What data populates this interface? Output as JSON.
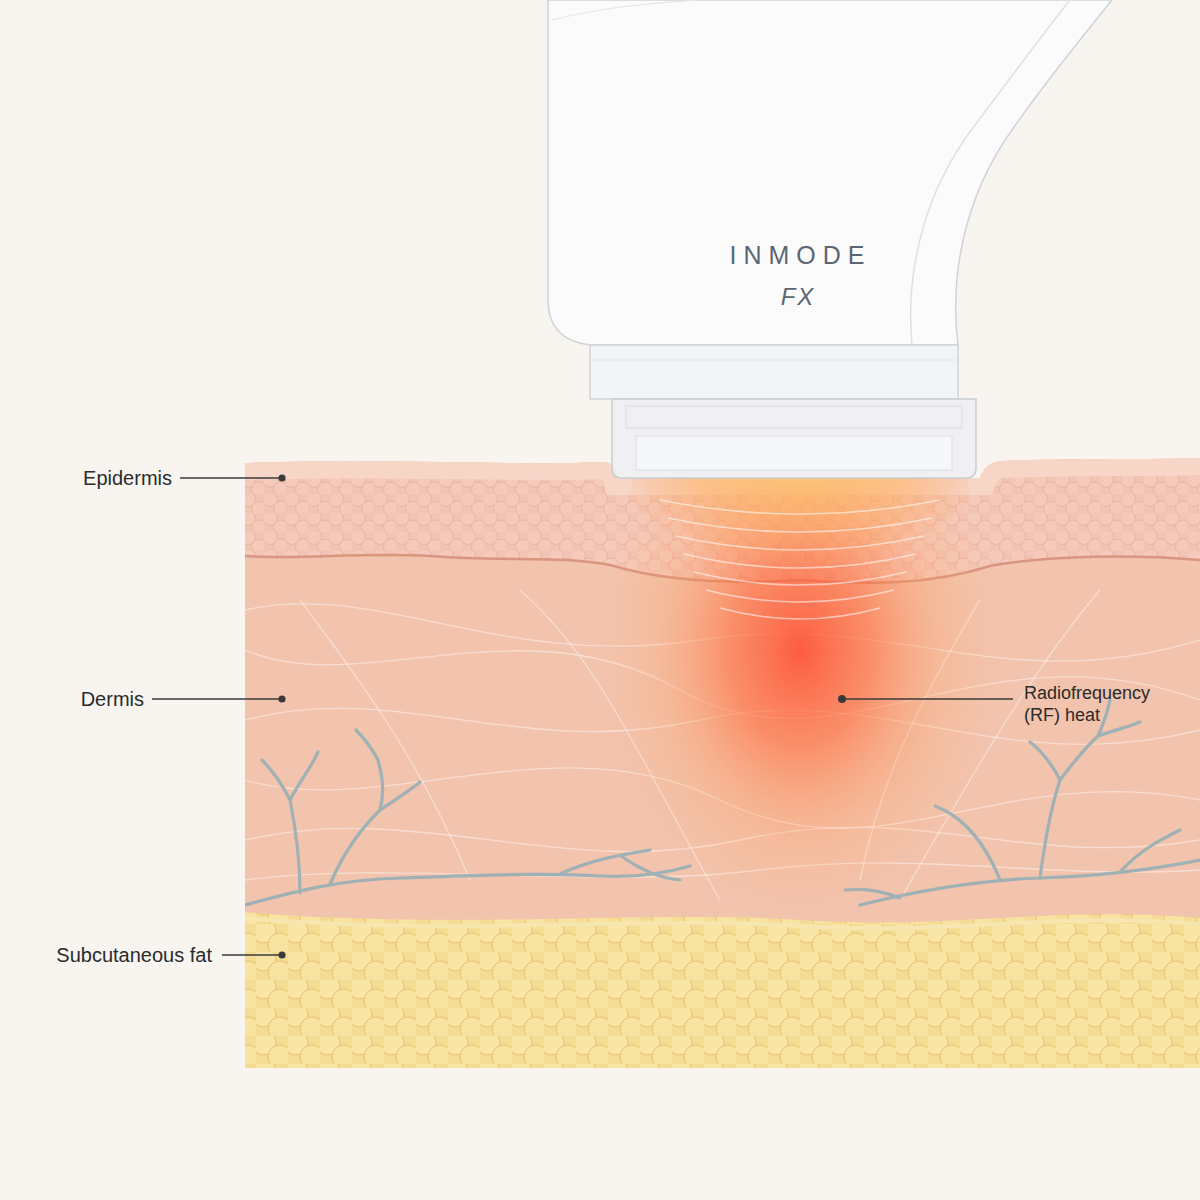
{
  "diagram": {
    "nodes": [
      {
        "text": [
          "INMODE",
          "FX"
        ]
      }
    ],
    "labels": [
      "Epidermis",
      "Dermis",
      "Subcutaneous fat",
      "Radiofrequency (RF) heat"
    ]
  }
}
